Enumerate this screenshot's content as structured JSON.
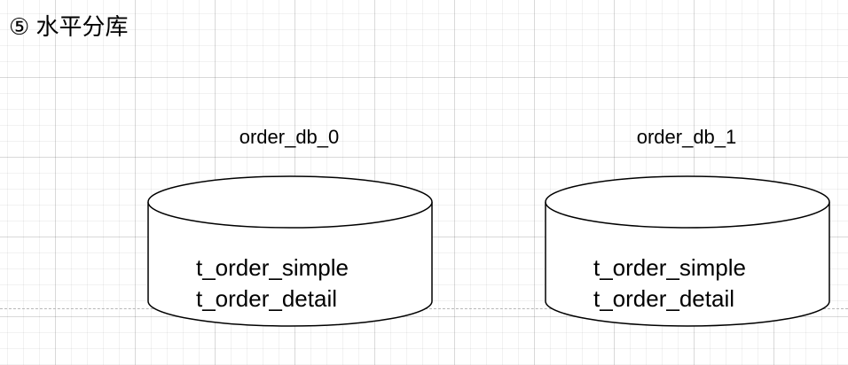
{
  "title": "⑤ 水平分库",
  "databases": [
    {
      "name": "order_db_0",
      "tables": [
        "t_order_simple",
        "t_order_detail"
      ]
    },
    {
      "name": "order_db_1",
      "tables": [
        "t_order_simple",
        "t_order_detail"
      ]
    }
  ]
}
